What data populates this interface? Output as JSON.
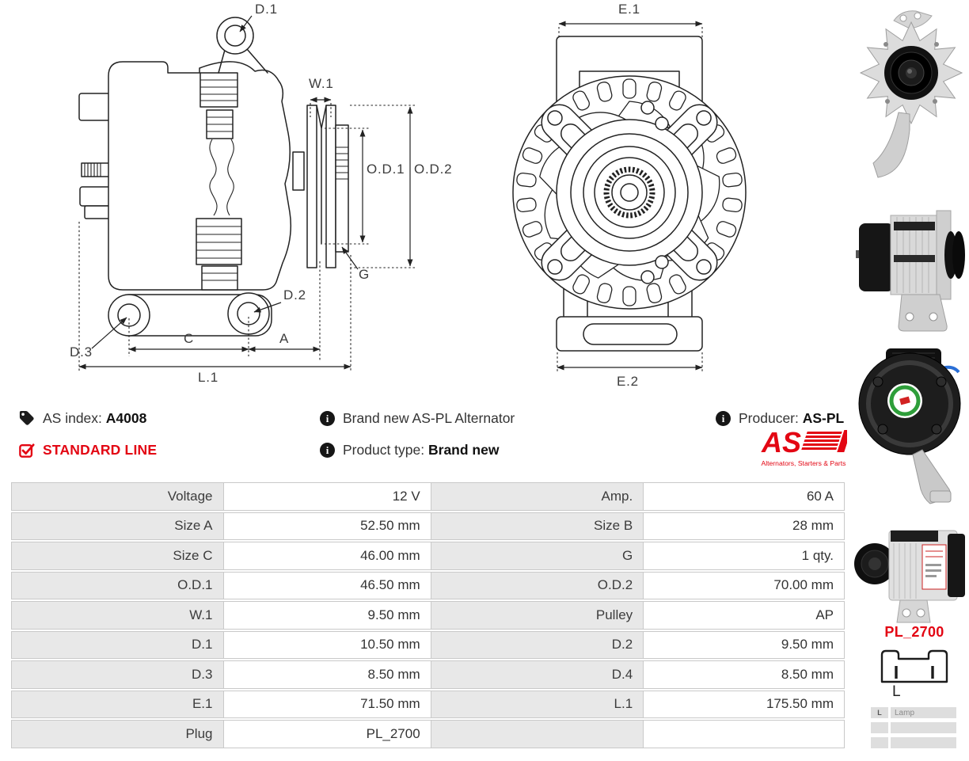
{
  "header": {
    "as_index": {
      "label": "AS index:",
      "value": "A4008"
    },
    "line_badge": "STANDARD LINE",
    "info_brand_new": "Brand new AS-PL Alternator",
    "product_type": {
      "label": "Product type:",
      "value": "Brand new"
    },
    "producer": {
      "label": "Producer:",
      "value": "AS-PL"
    },
    "logo": {
      "text": "AS",
      "tagline": "Alternators, Starters & Parts"
    }
  },
  "spec_table": {
    "rows": [
      {
        "l1": "Voltage",
        "v1": "12 V",
        "l2": "Amp.",
        "v2": "60 A"
      },
      {
        "l1": "Size A",
        "v1": "52.50 mm",
        "l2": "Size B",
        "v2": "28 mm"
      },
      {
        "l1": "Size C",
        "v1": "46.00 mm",
        "l2": "G",
        "v2": "1 qty."
      },
      {
        "l1": "O.D.1",
        "v1": "46.50 mm",
        "l2": "O.D.2",
        "v2": "70.00 mm"
      },
      {
        "l1": "W.1",
        "v1": "9.50 mm",
        "l2": "Pulley",
        "v2": "AP"
      },
      {
        "l1": "D.1",
        "v1": "10.50 mm",
        "l2": "D.2",
        "v2": "9.50 mm"
      },
      {
        "l1": "D.3",
        "v1": "8.50 mm",
        "l2": "D.4",
        "v2": "8.50 mm"
      },
      {
        "l1": "E.1",
        "v1": "71.50 mm",
        "l2": "L.1",
        "v2": "175.50 mm"
      },
      {
        "l1": "Plug",
        "v1": "PL_2700",
        "l2": "",
        "v2": ""
      }
    ]
  },
  "drawings": {
    "side": {
      "d1": "D.1",
      "w1": "W.1",
      "od1": "O.D.1",
      "od2": "O.D.2",
      "g": "G",
      "d2": "D.2",
      "d3": "D.3",
      "c": "C",
      "a": "A",
      "l1": "L.1"
    },
    "front": {
      "e1": "E.1",
      "e2": "E.2"
    }
  },
  "plug": {
    "title": "PL_2700",
    "pin_label": "L",
    "legend": [
      {
        "pin": "L",
        "desc": "Lamp"
      },
      {
        "pin": "",
        "desc": ""
      },
      {
        "pin": "",
        "desc": ""
      }
    ]
  },
  "photos": [
    {
      "alt": "alternator-front-three-quarter-photo"
    },
    {
      "alt": "alternator-side-profile-photo"
    },
    {
      "alt": "alternator-rear-view-photo"
    },
    {
      "alt": "alternator-pulley-side-photo"
    }
  ],
  "colors": {
    "brand_red": "#e30613",
    "table_label_bg": "#e8e8e8",
    "table_border": "#c9c9c9",
    "ink": "#222222"
  }
}
